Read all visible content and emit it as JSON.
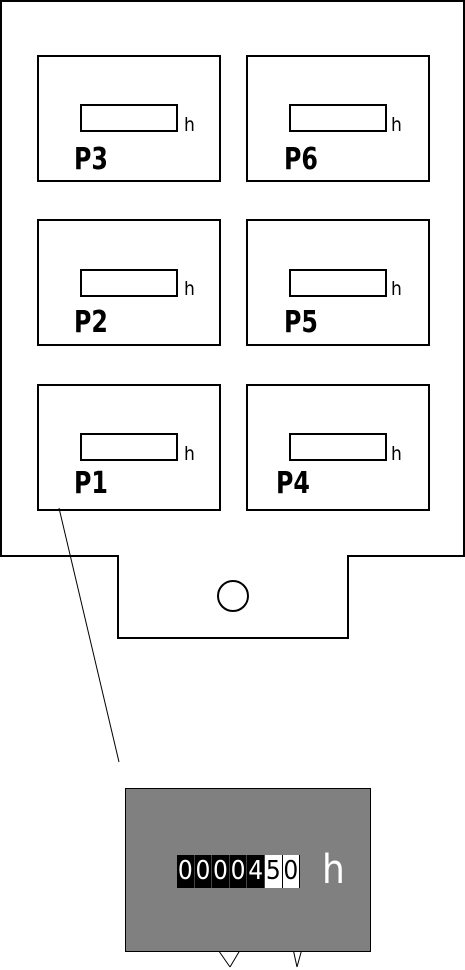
{
  "unit": "h",
  "meters": [
    {
      "label": "P3"
    },
    {
      "label": "P6"
    },
    {
      "label": "P2"
    },
    {
      "label": "P5"
    },
    {
      "label": "P1"
    },
    {
      "label": "P4"
    }
  ],
  "detail": {
    "digits_dark": [
      "0",
      "0",
      "0",
      "0",
      "4"
    ],
    "digits_light": [
      "5",
      "0"
    ],
    "unit": "h"
  }
}
